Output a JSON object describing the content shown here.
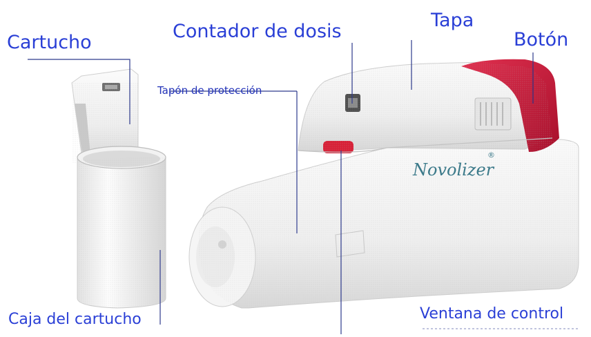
{
  "labels": {
    "cartucho": "Cartucho",
    "contador": "Contador de dosis",
    "tapa": "Tapa",
    "boton": "Botón",
    "tapon": "Tapón de protección",
    "caja": "Caja del cartucho",
    "ventana": "Ventana de control"
  },
  "brand": {
    "name": "Novolizer",
    "registered_mark": "®"
  },
  "colors": {
    "label": "#2a3fd6",
    "leader_line": "#2d3a8c",
    "device_body": "#f3f3f3",
    "device_shadow": "#c9c9c9",
    "button": "#c8183a",
    "dose_window": "#d81f36",
    "brand_text": "#3c7a8a"
  }
}
